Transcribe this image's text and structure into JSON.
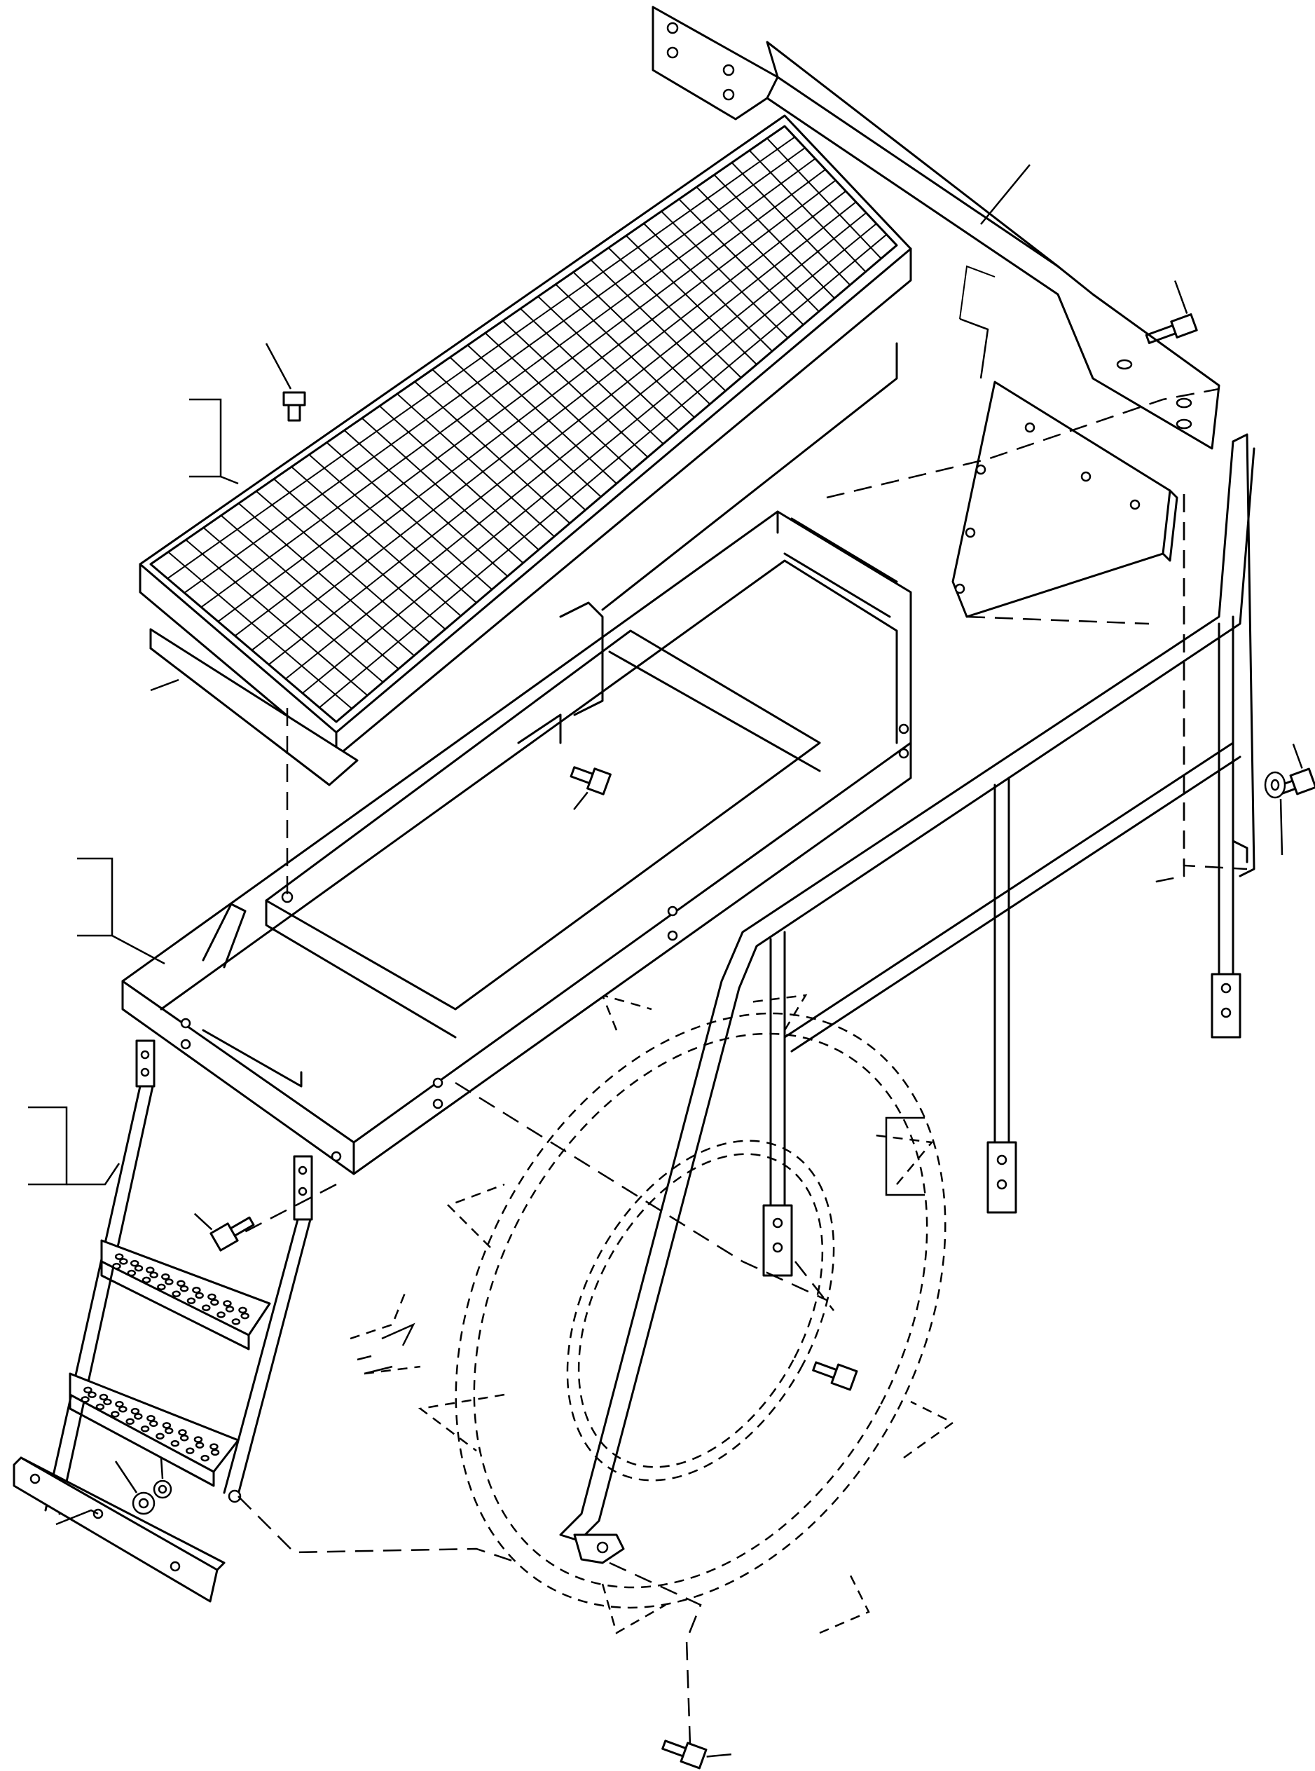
{
  "figure": {
    "type": "exploded-parts-diagram",
    "labels": []
  },
  "parts": [
    {
      "name": "grating",
      "icon": "grating-panel-icon"
    },
    {
      "name": "mat-plate",
      "icon": "plate-icon"
    },
    {
      "name": "platform-frame",
      "icon": "frame-icon"
    },
    {
      "name": "ladder",
      "icon": "ladder-icon"
    },
    {
      "name": "handrail",
      "icon": "handrail-icon"
    },
    {
      "name": "upper-bracket",
      "icon": "bracket-icon"
    },
    {
      "name": "mounting-plate",
      "icon": "plate-icon"
    },
    {
      "name": "track-sprocket",
      "icon": "sprocket-icon"
    },
    {
      "name": "bolt",
      "icon": "bolt-icon"
    },
    {
      "name": "washer",
      "icon": "washer-icon"
    }
  ],
  "colors": {
    "ink": "#000000",
    "paper": "#ffffff"
  }
}
